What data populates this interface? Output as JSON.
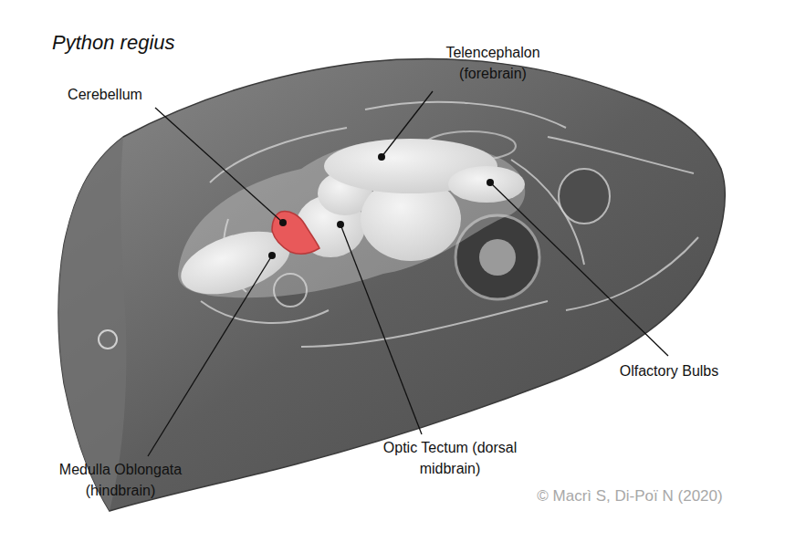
{
  "diagram": {
    "title": "Python regius",
    "labels": [
      "Cerebellum",
      "Telencephalon (forebrain)",
      "Olfactory Bulbs",
      "Optic Tectum (dorsal midbrain)",
      "Medulla Oblongata (hindbrain)",
      "© Macrì S, Di-Poï N (2020)"
    ]
  }
}
